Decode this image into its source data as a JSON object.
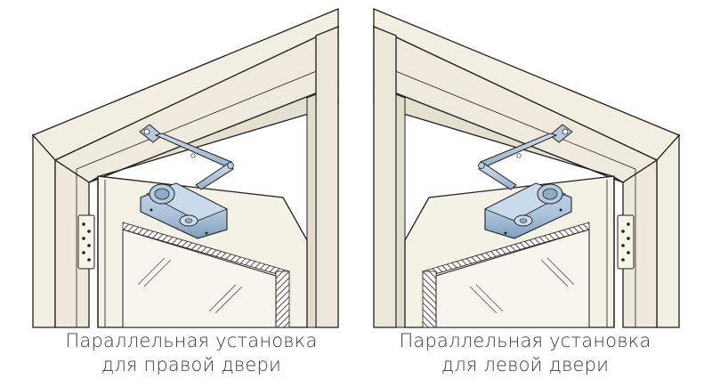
{
  "panels": [
    {
      "id": "right-door",
      "caption": {
        "line1": "Параллельная установка",
        "line2": "для правой двери"
      }
    },
    {
      "id": "left-door",
      "caption": {
        "line1": "Параллельная установка",
        "line2": "для левой двери"
      }
    }
  ],
  "colors": {
    "frame_fill": "#f2eee2",
    "frame_shade": "#e4dfcf",
    "frame_stroke": "#1f1f1f",
    "door_fill": "#f4f1e7",
    "glass_fill": "#f7f5ee",
    "seal_hatch": "#5a4a3a",
    "closer_fill": "#a9c2da",
    "closer_shade": "#7f9dbd",
    "arm_fill": "#b8c9dc",
    "caption_text": "#3a3a3a",
    "background": "#ffffff"
  },
  "icons": [
    "door-closer-icon",
    "hinge-icon",
    "door-frame-icon"
  ]
}
